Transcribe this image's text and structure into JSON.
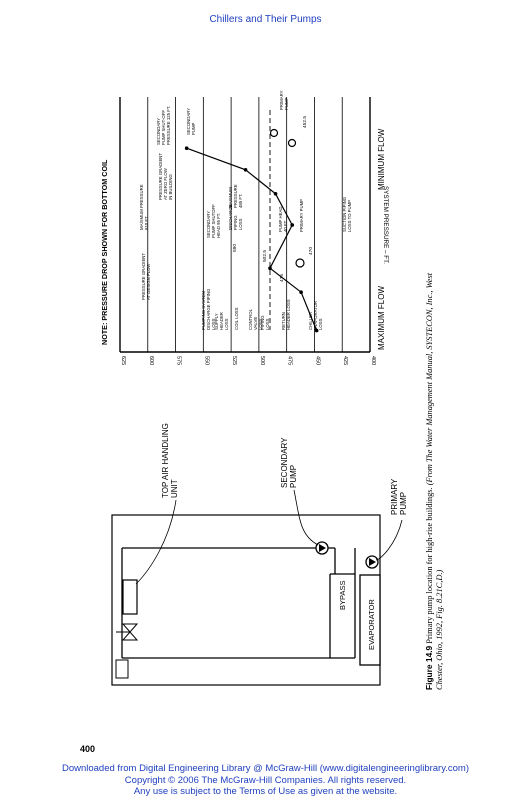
{
  "header": {
    "running_title": "Chillers and Their Pumps"
  },
  "page_number": "400",
  "figure": {
    "caption_label": "Figure 14.9",
    "caption_text": "Primary pump location for high-rise buildings.",
    "caption_source_line1": "(From The Water Management Manual, SYSTECON, Inc., West",
    "caption_source_line2": "Chester, Ohio, 1992, Fig. 8.21C,D.)"
  },
  "schematic": {
    "labels": {
      "top_air_handling": [
        "TOP AIR HANDLING",
        "UNIT"
      ],
      "secondary_pump": [
        "SECONDARY",
        "PUMP"
      ],
      "primary_pump": [
        "PRIMARY",
        "PUMP"
      ],
      "bypass": "BYPASS",
      "evaporator": "EVAPORATOR"
    }
  },
  "chart_data": {
    "type": "line",
    "title": "NOTE:  PRESSURE DROP SHOWN FOR BOTTOM COIL",
    "ylabel": "SYSTEM PRESSURE  –  FT.",
    "y_ticks": [
      625,
      600,
      575,
      550,
      525,
      500,
      475,
      450,
      425,
      400
    ],
    "ylim": [
      400,
      625
    ],
    "flow_labels": {
      "left": "MAXIMUM  FLOW",
      "right": "MINIMUM  FLOW"
    },
    "series": [
      {
        "name": "",
        "x": [
          0.06,
          0.22,
          0.32,
          0.5
        ],
        "y": [
          448,
          462,
          490,
          470
        ]
      },
      {
        "name": "",
        "x": [
          0.5,
          0.63,
          0.73,
          0.82
        ],
        "y": [
          470,
          485,
          512,
          565
        ]
      }
    ],
    "points_annotations": [
      "590",
      "452.5",
      "502.5",
      "475",
      "470"
    ],
    "annotations": [
      [
        "MAXIMUM PRESSURE",
        "610 FT."
      ],
      [
        "PRESSURE GRADIENT",
        "AT DESIGN FLOW"
      ],
      [
        "PRESSURE GRADIENT",
        "AT ZERO FLOW",
        "IN BUILDING"
      ],
      [
        "PUMPING SYSTEM",
        "DISCHARGE PIPING",
        "LOSS"
      ],
      [
        "SUPPLY",
        "HEADER",
        "LOSS"
      ],
      [
        "COIL LOSS"
      ],
      [
        "CONTROL",
        "VALVE",
        "LOSS"
      ],
      [
        "PIPING",
        "LOSS"
      ],
      [
        "RETURN",
        "HEADER LOSS"
      ],
      [
        "CHILLER",
        "EVAPORATOR",
        "LOSS"
      ],
      [
        "SECONDARY",
        "PUMP SHUTOFF",
        "HEAD  95 FT."
      ],
      [
        "DISCHARGE",
        "PIPING",
        "LOSS"
      ],
      [
        "MAXIMUM",
        "PRESSURE",
        "485 FT."
      ],
      [
        "PUMP HEAD",
        "40 FT."
      ],
      [
        "PRIMARY PUMP"
      ],
      [
        "SUCTION PIPING",
        "LOSS TO PUMP"
      ],
      [
        "SECONDARY",
        "PUMP SHUT-OFF",
        "PRESSURE  125 FT."
      ],
      [
        "SECONDARY",
        "PUMP"
      ],
      [
        "PRIMARY",
        "PUMP"
      ]
    ]
  },
  "footer": {
    "line1": "Downloaded from Digital Engineering Library @ McGraw-Hill (www.digitalengineeringlibrary.com)",
    "line2": "Copyright © 2006 The McGraw-Hill Companies. All rights reserved.",
    "line3": "Any use is subject to the Terms of Use as given at the website."
  }
}
